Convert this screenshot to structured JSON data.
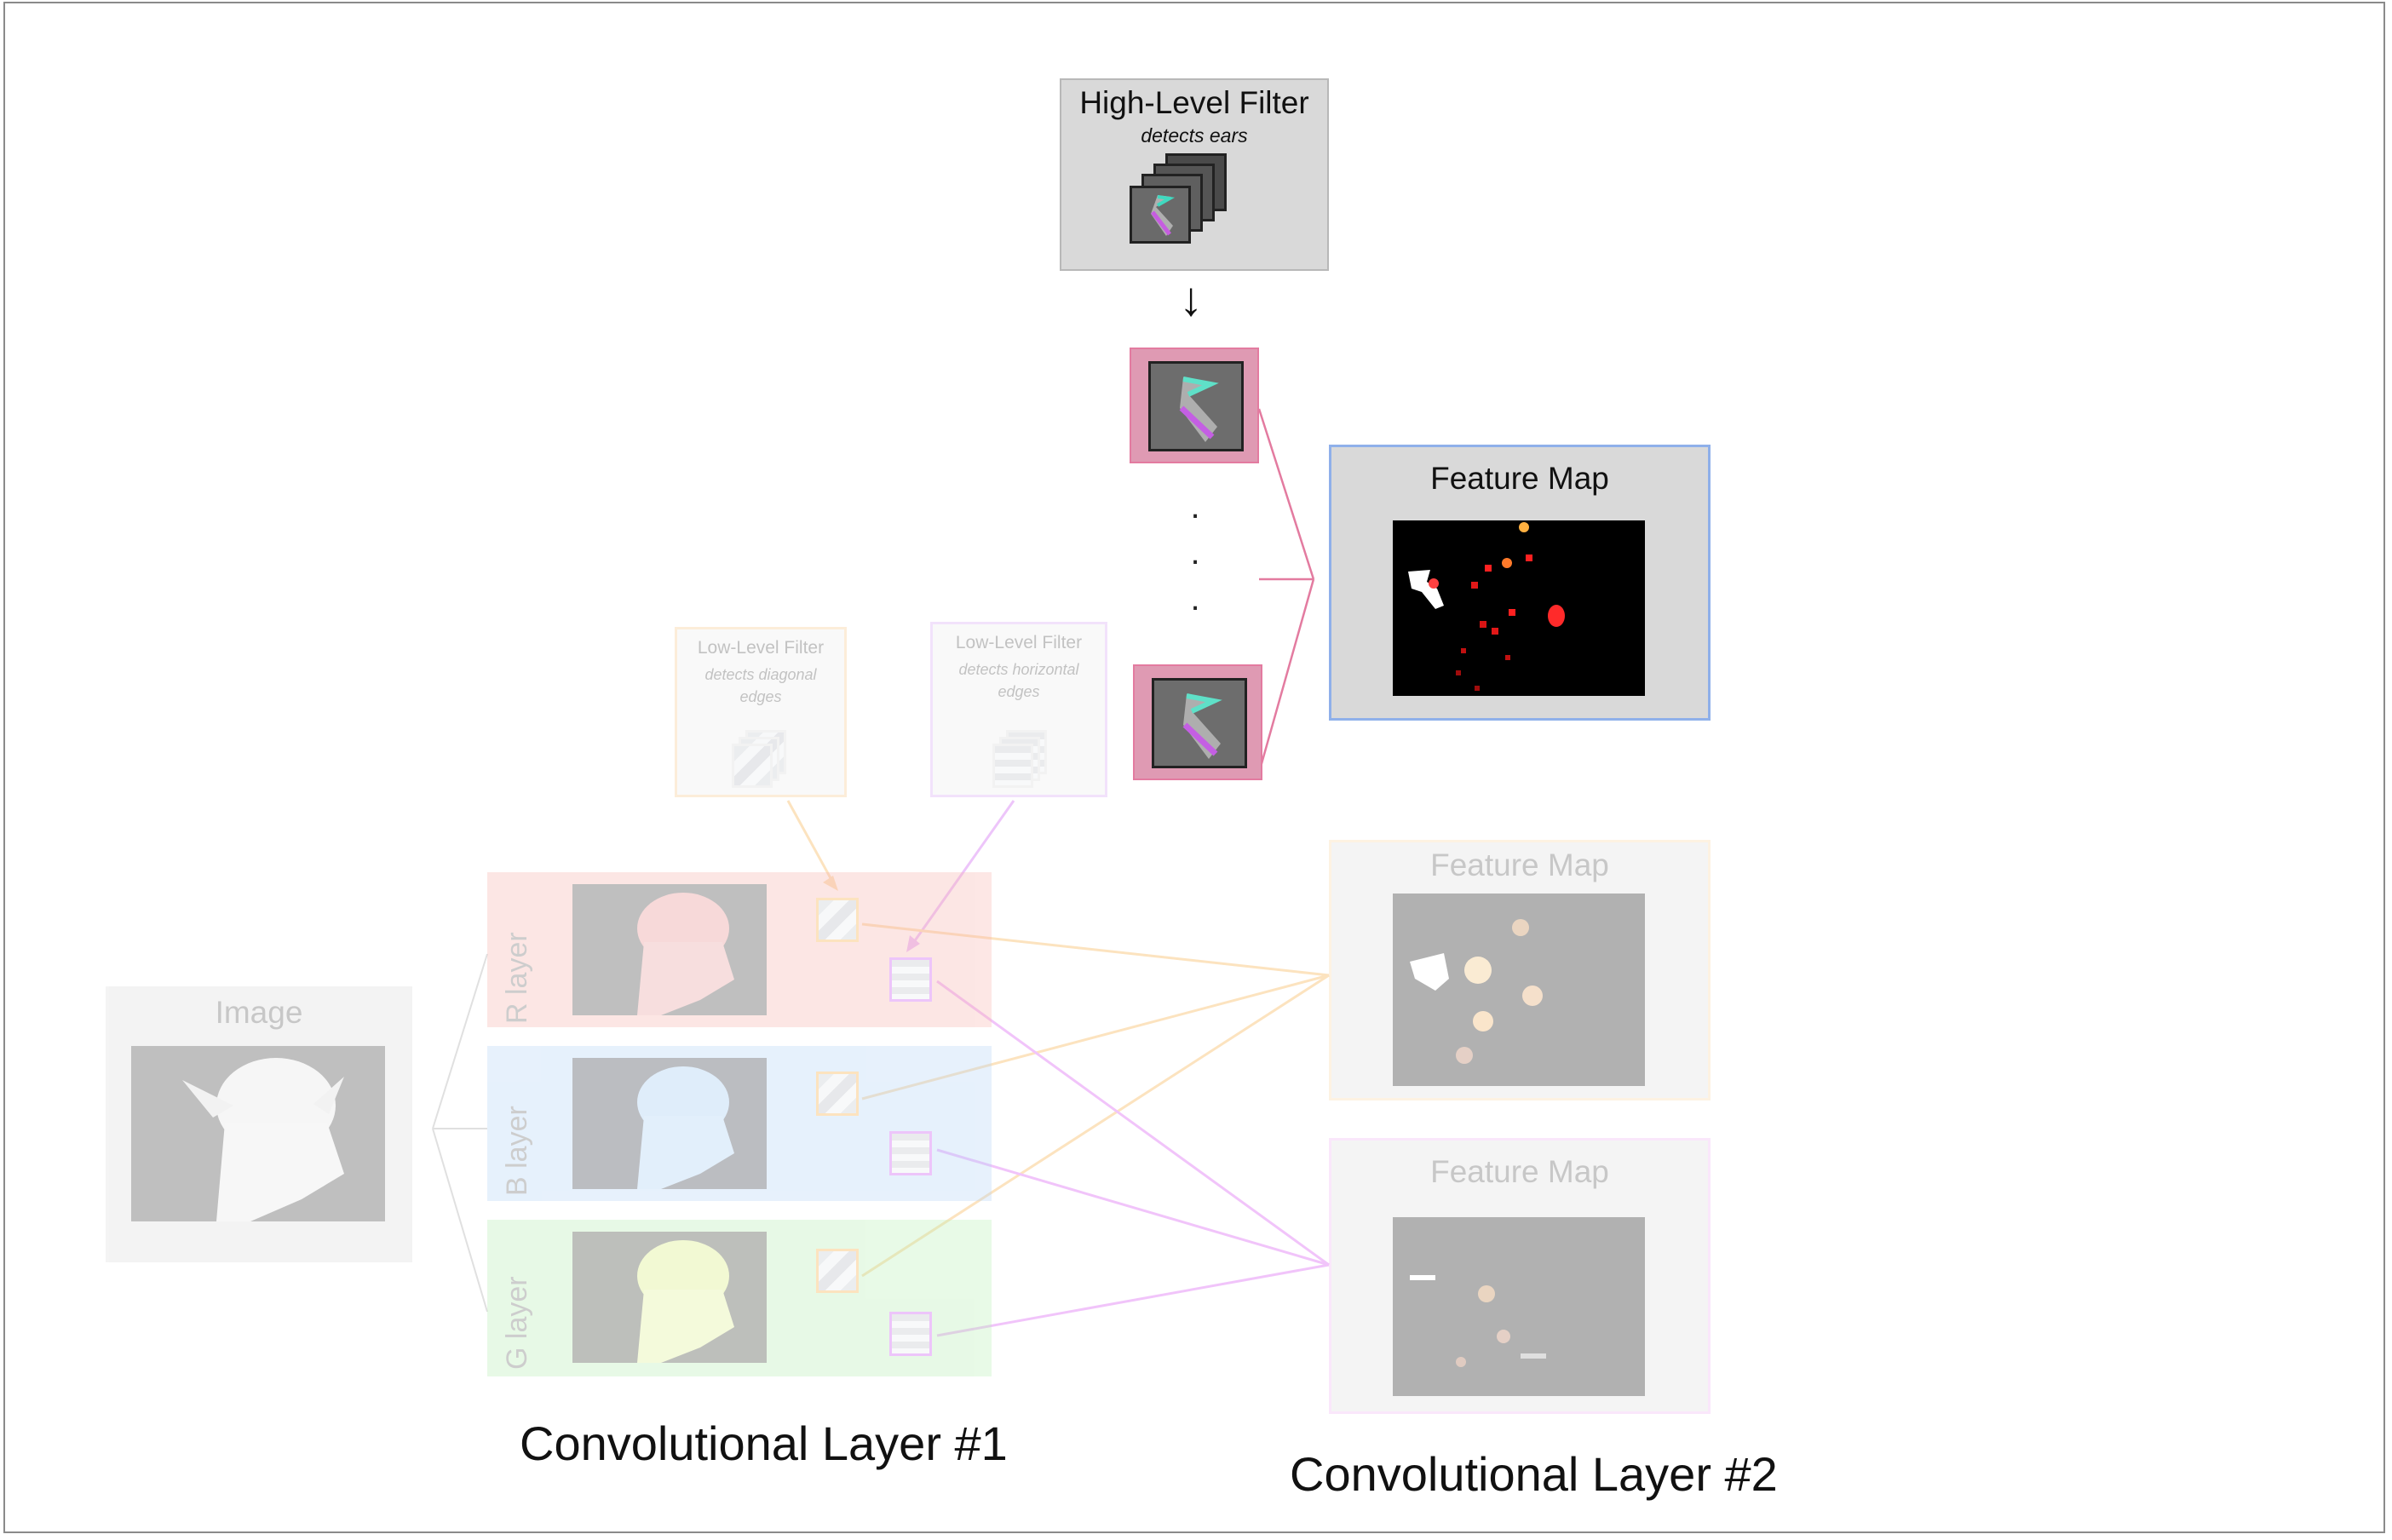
{
  "high_level_filter": {
    "title": "High-Level Filter",
    "subtitle": "detects ears"
  },
  "arrow_glyph": "↓",
  "ellipsis": ".",
  "feature_map_main": {
    "title": "Feature Map"
  },
  "low_level_filters": [
    {
      "title": "Low-Level Filter",
      "subtitle": "detects diagonal edges",
      "accent": "#f7c98a"
    },
    {
      "title": "Low-Level Filter",
      "subtitle": "detects horizontal edges",
      "accent": "#d9a6f5"
    }
  ],
  "image_box": {
    "title": "Image"
  },
  "rgb_layers": [
    {
      "label": "R layer",
      "tint": "#fbd7d4"
    },
    {
      "label": "B layer",
      "tint": "#d6e8fb"
    },
    {
      "label": "G layer",
      "tint": "#d5f5d2"
    }
  ],
  "feature_maps_faded": [
    {
      "title": "Feature Map",
      "accent": "#fbd9a8"
    },
    {
      "title": "Feature Map",
      "accent": "#f0b8f3"
    }
  ],
  "captions": {
    "conv1": "Convolutional Layer #1",
    "conv2": "Convolutional Layer #2"
  },
  "colors": {
    "pink_accent": "#e37ba0",
    "blue_accent": "#7fa2e3",
    "orange_wire": "#f7c36e",
    "purple_wire": "#e68cf3",
    "grey_panel": "#d9d9d9"
  }
}
